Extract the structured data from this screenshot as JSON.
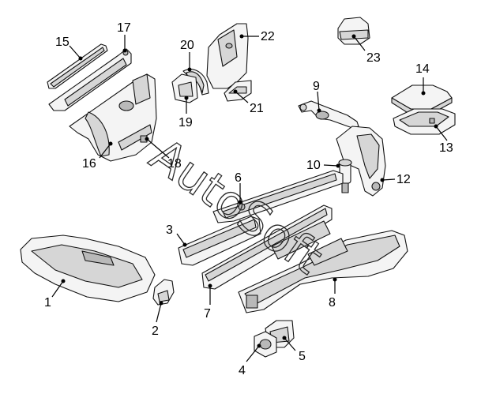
{
  "diagram": {
    "watermark": "AutoSoft",
    "callouts": [
      "1",
      "2",
      "3",
      "4",
      "5",
      "6",
      "7",
      "8",
      "9",
      "10",
      "12",
      "13",
      "14",
      "15",
      "16",
      "17",
      "18",
      "19",
      "20",
      "21",
      "22",
      "23"
    ]
  }
}
